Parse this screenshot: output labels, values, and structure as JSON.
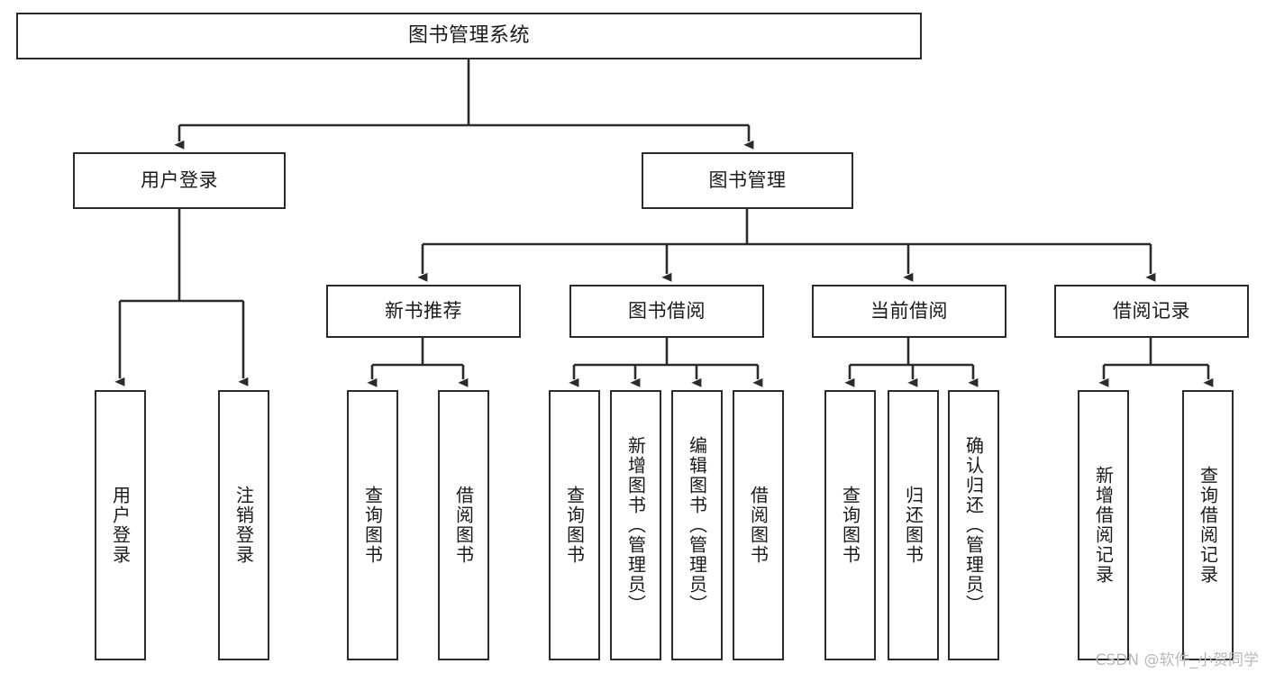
{
  "diagram": {
    "title": "图书管理系统",
    "watermark": "CSDN @软件_小贺同学",
    "nodes": {
      "root": {
        "label": "图书管理系统"
      },
      "level2": [
        {
          "id": "user-login",
          "label": "用户登录"
        },
        {
          "id": "book-management",
          "label": "图书管理"
        }
      ],
      "level3": [
        {
          "id": "new-book-recommend",
          "label": "新书推荐"
        },
        {
          "id": "book-borrow",
          "label": "图书借阅"
        },
        {
          "id": "current-borrow",
          "label": "当前借阅"
        },
        {
          "id": "borrow-record",
          "label": "借阅记录"
        }
      ],
      "leaves": {
        "user_login": [
          {
            "id": "leaf-user-login",
            "label": "用户登录"
          },
          {
            "id": "leaf-logout-login",
            "label": "注销登录"
          }
        ],
        "new_book_recommend": [
          {
            "id": "leaf-query-book-1",
            "label": "查询图书"
          },
          {
            "id": "leaf-borrow-book-1",
            "label": "借阅图书"
          }
        ],
        "book_borrow": [
          {
            "id": "leaf-query-book-2",
            "label": "查询图书"
          },
          {
            "id": "leaf-add-book-admin",
            "label": "新增图书（管理员）"
          },
          {
            "id": "leaf-edit-book-admin",
            "label": "编辑图书（管理员）"
          },
          {
            "id": "leaf-borrow-book-2",
            "label": "借阅图书"
          }
        ],
        "current_borrow": [
          {
            "id": "leaf-query-book-3",
            "label": "查询图书"
          },
          {
            "id": "leaf-return-book",
            "label": "归还图书"
          },
          {
            "id": "leaf-confirm-return-admin",
            "label": "确认归还（管理员）"
          }
        ],
        "borrow_record": [
          {
            "id": "leaf-add-borrow-record",
            "label": "新增借阅记录"
          },
          {
            "id": "leaf-query-borrow-record",
            "label": "查询借阅记录"
          }
        ]
      }
    },
    "colors": {
      "stroke": "#2b2b2b",
      "background": "#ffffff",
      "text": "#1a1a1a",
      "watermark": "#b9b9b9"
    }
  }
}
